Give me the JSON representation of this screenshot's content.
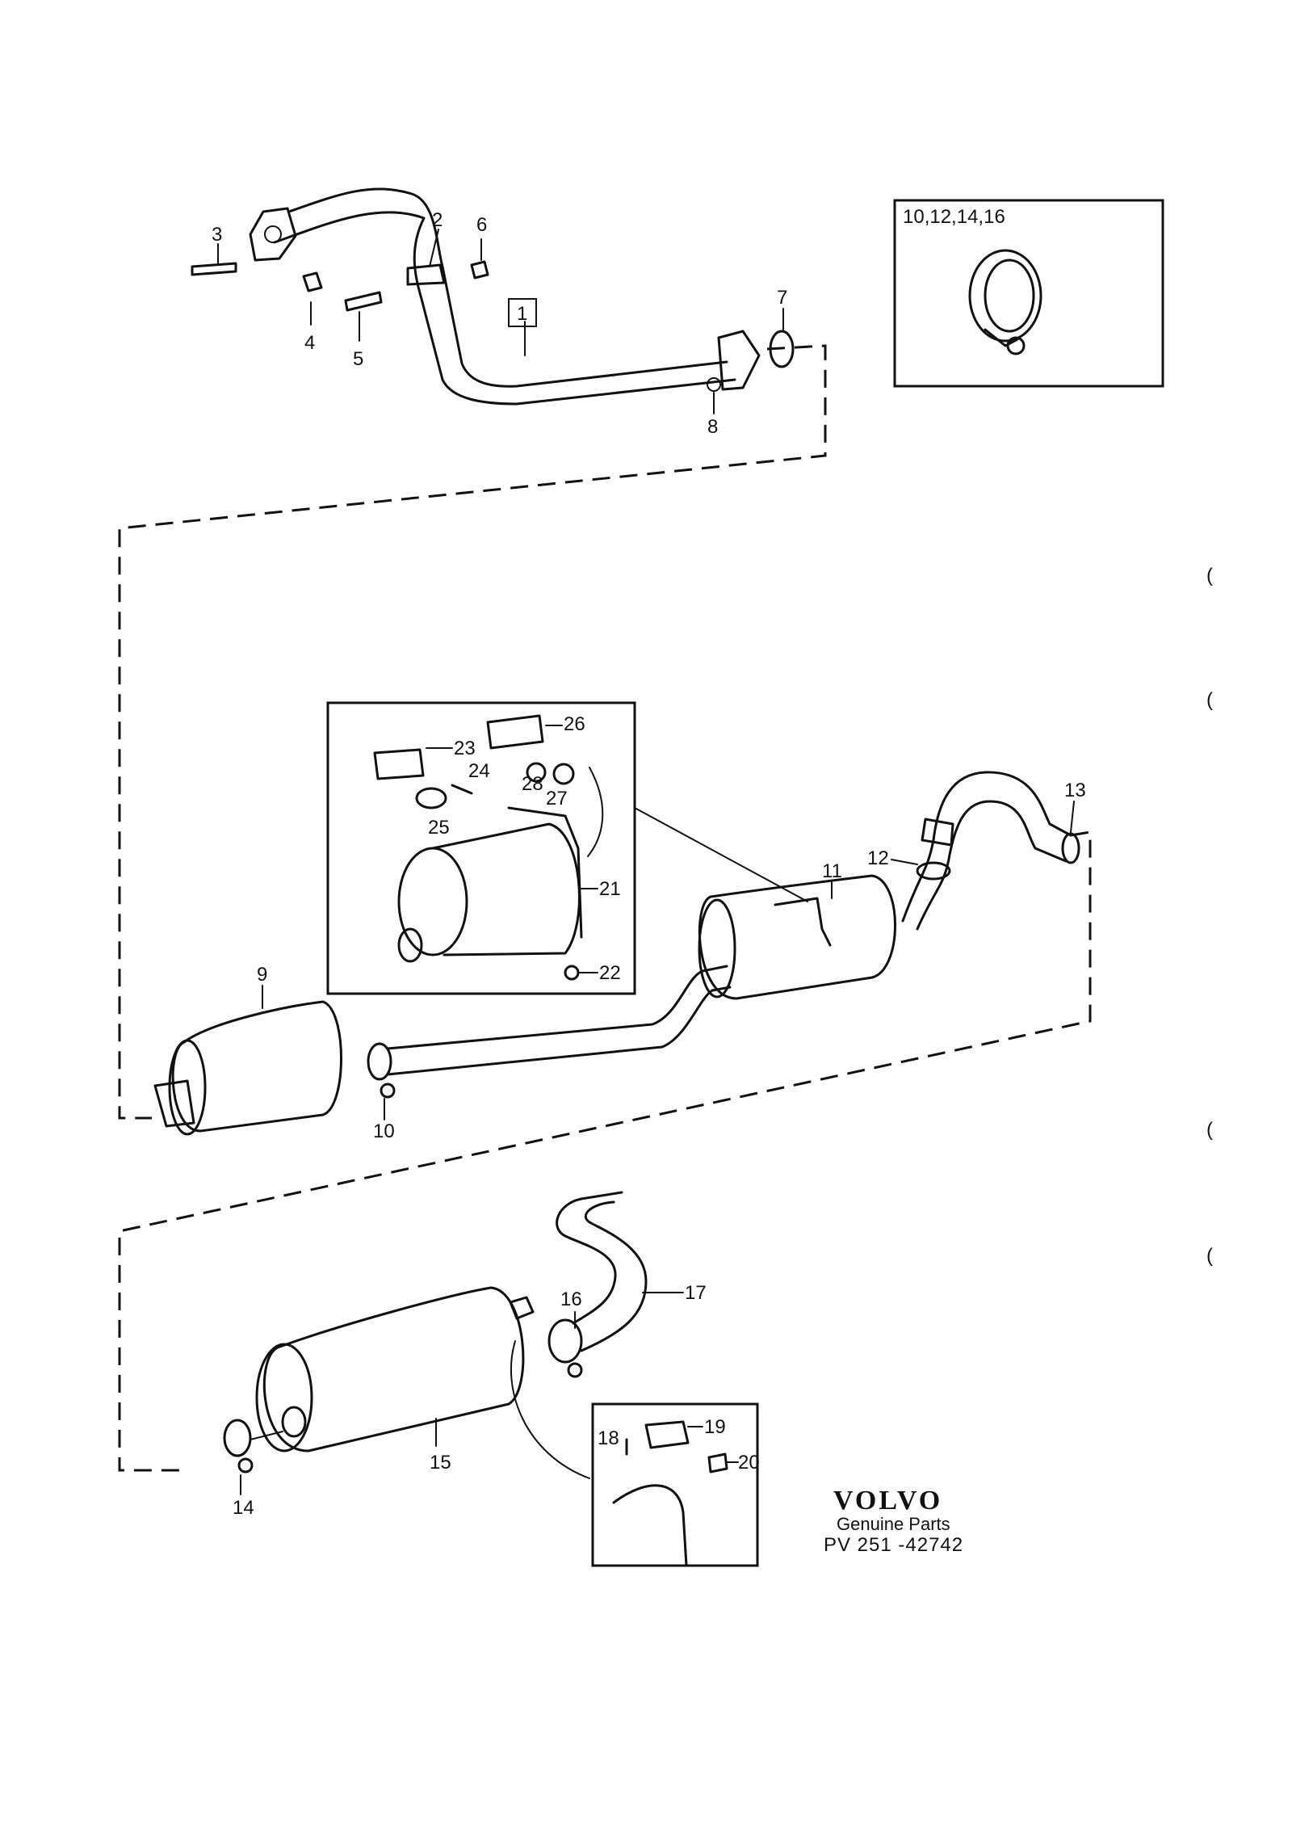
{
  "callouts": {
    "c1": "1",
    "c2": "2",
    "c3": "3",
    "c4": "4",
    "c5": "5",
    "c6": "6",
    "c7": "7",
    "c8": "8",
    "c9": "9",
    "c10": "10",
    "c11": "11",
    "c12": "12",
    "c13": "13",
    "c14": "14",
    "c15": "15",
    "c16": "16",
    "c17": "17",
    "c18": "18",
    "c19": "19",
    "c20": "20",
    "c21": "21",
    "c22": "22",
    "c23": "23",
    "c24": "24",
    "c25": "25",
    "c26": "26",
    "c27": "27",
    "c28": "28"
  },
  "inset_clamp": {
    "label": "10,12,14,16"
  },
  "brand": {
    "logo": "VOLVO",
    "subtitle": "Genuine Parts",
    "code": "PV 251 -42742"
  },
  "margin_marks": [
    "(",
    "(",
    "(",
    "("
  ]
}
